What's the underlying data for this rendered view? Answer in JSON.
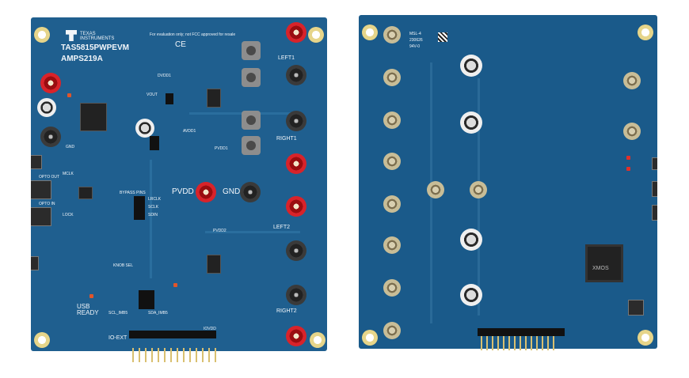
{
  "front": {
    "brand": "TEXAS INSTRUMENTS",
    "model": "TAS5815PWPEVM",
    "part": "AMPS219A",
    "notice": "For evaluation only; not FCC approved for resale",
    "ce_mark": "CE",
    "labels": {
      "left1": "LEFT1",
      "right1": "RIGHT1",
      "left2": "LEFT2",
      "right2": "RIGHT2",
      "pvdd": "PVDD",
      "gnd": "GND",
      "usb_ready": "USB READY",
      "io_ext": "IO-EXT",
      "opto_out": "OPTO OUT",
      "opto_in": "OPTO IN",
      "lrclk": "LRCLK",
      "sclk": "SCLK",
      "sdin": "SDIN",
      "bypass": "BYPASS PINS",
      "mclk": "MCLK",
      "lock": "LOCK",
      "dvdd1": "DVDD1",
      "avdd1": "AVDD1",
      "pvdd1": "PVDD1",
      "pvdd2": "PVDD2",
      "vout": "VOUT",
      "gnd_small": "GND",
      "knob_sel": "KNOB SEL",
      "scl_imb5": "SCL_IMB5",
      "sda_imb5": "SDA_IMB5",
      "iovdd": "IOVDD"
    }
  },
  "back": {
    "marking_1": "MSL-4",
    "marking_2": "230626",
    "marking_3": "94V-0",
    "chip_label": "XMOS"
  },
  "colors": {
    "pcb": "#1f5f8f",
    "silkscreen": "#f2f6fa",
    "red_post": "#d8232a",
    "gold": "#d9c070"
  }
}
